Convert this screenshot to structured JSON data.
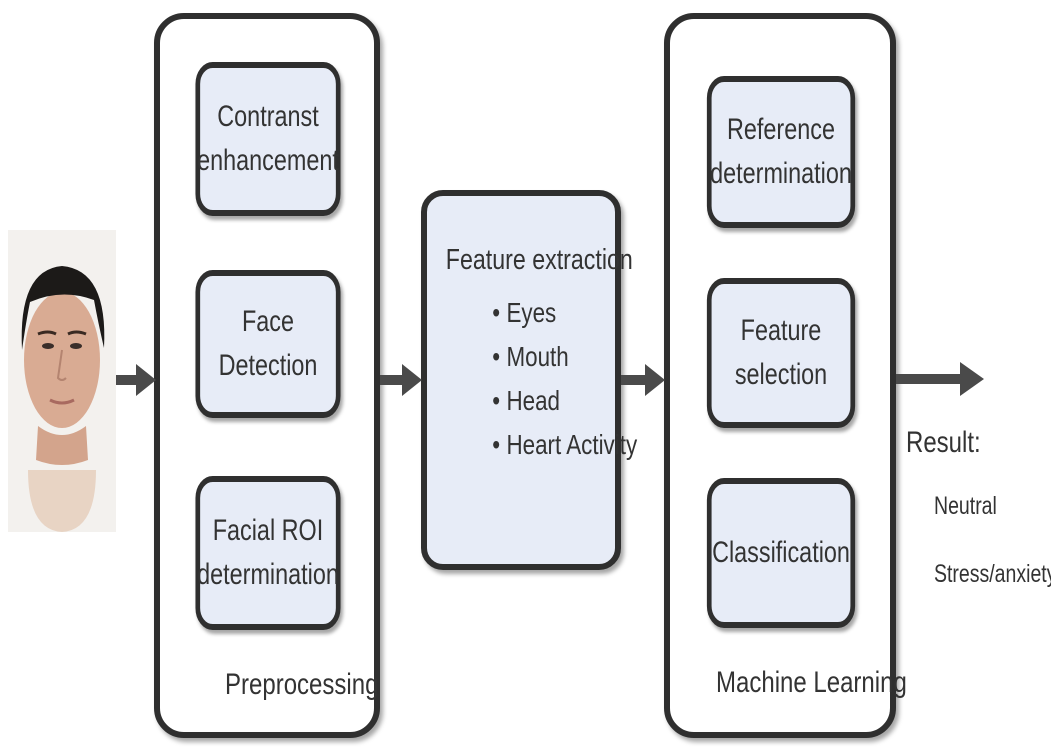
{
  "preprocessing": {
    "label": "Preprocessing",
    "steps": [
      "Contranst\nenhancement",
      "Face Detection",
      "Facial ROI\ndetermination"
    ]
  },
  "feature_extraction": {
    "title": "Feature extraction",
    "items": [
      "Eyes",
      "Mouth",
      "Head",
      "Heart Activity"
    ]
  },
  "machine_learning": {
    "label": "Machine Learning",
    "steps": [
      "Reference\ndetermination",
      "Feature selection",
      "Classification"
    ]
  },
  "result": {
    "title": "Result:",
    "items": [
      "Neutral",
      "Stress/anxiety"
    ]
  },
  "colors": {
    "box_fill": "#e7ecf7",
    "border": "#2f2f2f",
    "arrow": "#4a4a4a"
  }
}
